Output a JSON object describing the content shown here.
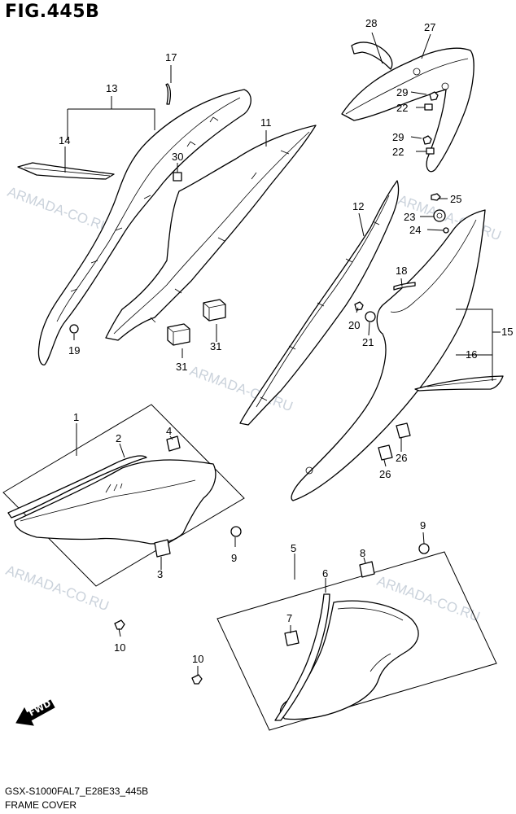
{
  "figure": {
    "title": "FIG.445B",
    "model_code": "GSX-S1000FAL7_E28E33_445B",
    "section_name": "FRAME COVER"
  },
  "watermark": "ARMADA-CO.RU",
  "fwd_label": "FWD",
  "callouts": {
    "p1": "1",
    "p2": "2",
    "p3": "3",
    "p4": "4",
    "p5": "5",
    "p6": "6",
    "p7": "7",
    "p8": "8",
    "p9a": "9",
    "p9b": "9",
    "p10a": "10",
    "p10b": "10",
    "p11": "11",
    "p12": "12",
    "p13": "13",
    "p14": "14",
    "p15": "15",
    "p16": "16",
    "p17": "17",
    "p18": "18",
    "p19": "19",
    "p20": "20",
    "p21": "21",
    "p22a": "22",
    "p22b": "22",
    "p23": "23",
    "p24": "24",
    "p25": "25",
    "p26a": "26",
    "p26b": "26",
    "p27": "27",
    "p28": "28",
    "p29a": "29",
    "p29b": "29",
    "p30": "30",
    "p31a": "31",
    "p31b": "31"
  }
}
